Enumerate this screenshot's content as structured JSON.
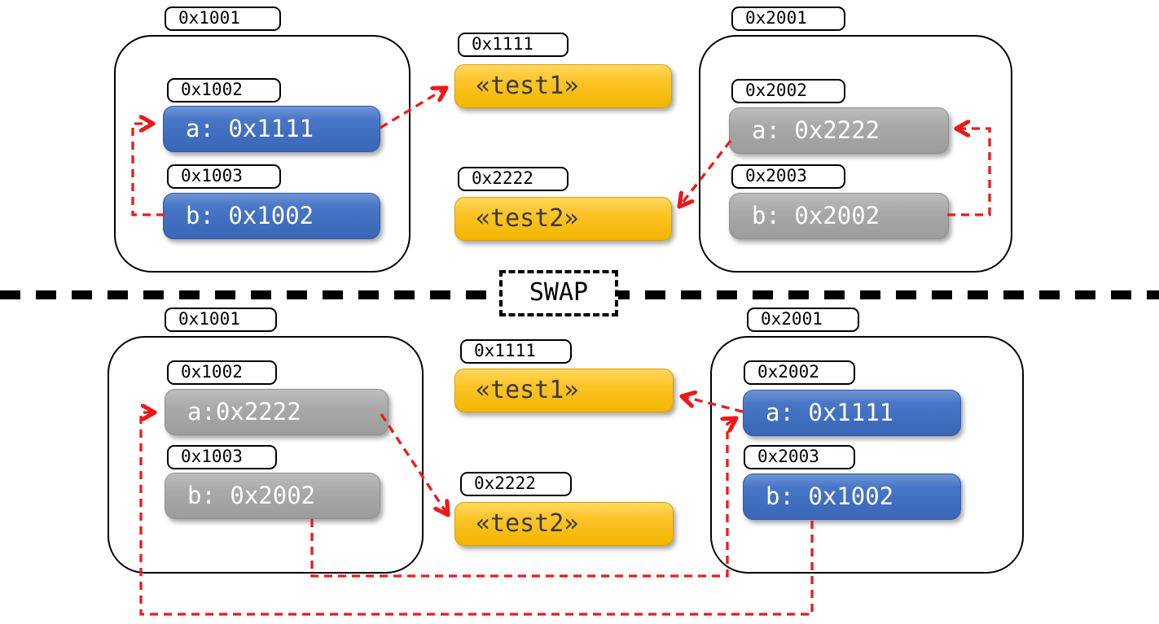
{
  "colors": {
    "arrow": "#eb1a1a",
    "divider": "#000000",
    "var_blue": "#4472c4",
    "var_gray": "#a6a6a6",
    "string_yellow": "#fdc428"
  },
  "divider": {
    "label": "SWAP"
  },
  "top": {
    "left_frame": {
      "address": "0x1001",
      "slots": [
        {
          "address": "0x1002",
          "value": "a: 0x1111"
        },
        {
          "address": "0x1003",
          "value": "b: 0x1002"
        }
      ]
    },
    "heap": [
      {
        "address": "0x1111",
        "value": "«test1»"
      },
      {
        "address": "0x2222",
        "value": "«test2»"
      }
    ],
    "right_frame": {
      "address": "0x2001",
      "slots": [
        {
          "address": "0x2002",
          "value": "a: 0x2222"
        },
        {
          "address": "0x2003",
          "value": "b: 0x2002"
        }
      ]
    }
  },
  "bottom": {
    "left_frame": {
      "address": "0x1001",
      "slots": [
        {
          "address": "0x1002",
          "value": "a:0x2222"
        },
        {
          "address": "0x1003",
          "value": "b: 0x2002"
        }
      ]
    },
    "heap": [
      {
        "address": "0x1111",
        "value": "«test1»"
      },
      {
        "address": "0x2222",
        "value": "«test2»"
      }
    ],
    "right_frame": {
      "address": "0x2001",
      "slots": [
        {
          "address": "0x2002",
          "value": "a: 0x1111"
        },
        {
          "address": "0x2003",
          "value": "b: 0x1002"
        }
      ]
    }
  }
}
